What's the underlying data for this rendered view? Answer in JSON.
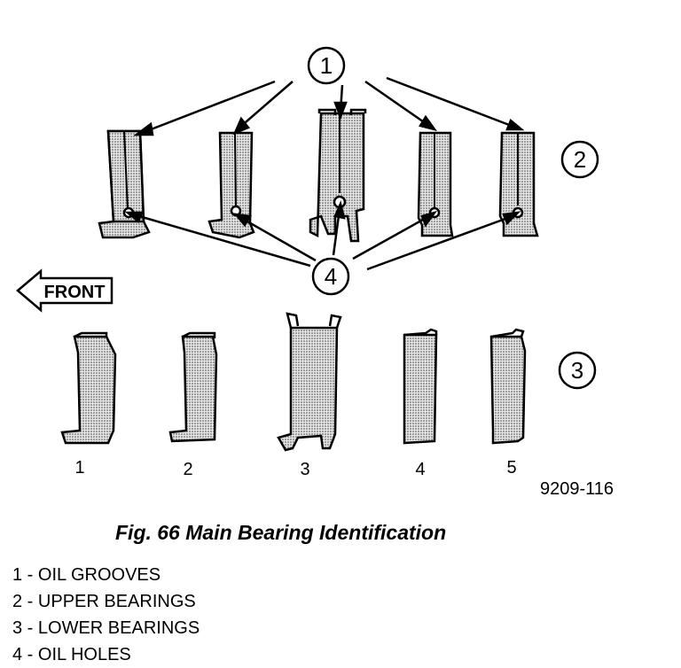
{
  "callouts": [
    "1",
    "2",
    "3",
    "4"
  ],
  "front_label": "FRONT",
  "bearing_numbers": [
    "1",
    "2",
    "3",
    "4",
    "5"
  ],
  "figure_id": "9209-116",
  "caption": "Fig. 66 Main Bearing Identification",
  "legend": [
    {
      "num": "1",
      "sep": " - ",
      "text": "OIL GROOVES"
    },
    {
      "num": "2",
      "sep": " - ",
      "text": "UPPER BEARINGS"
    },
    {
      "num": "3",
      "sep": " - ",
      "text": "LOWER BEARINGS"
    },
    {
      "num": "4",
      "sep": " - ",
      "text": "OIL HOLES"
    }
  ]
}
